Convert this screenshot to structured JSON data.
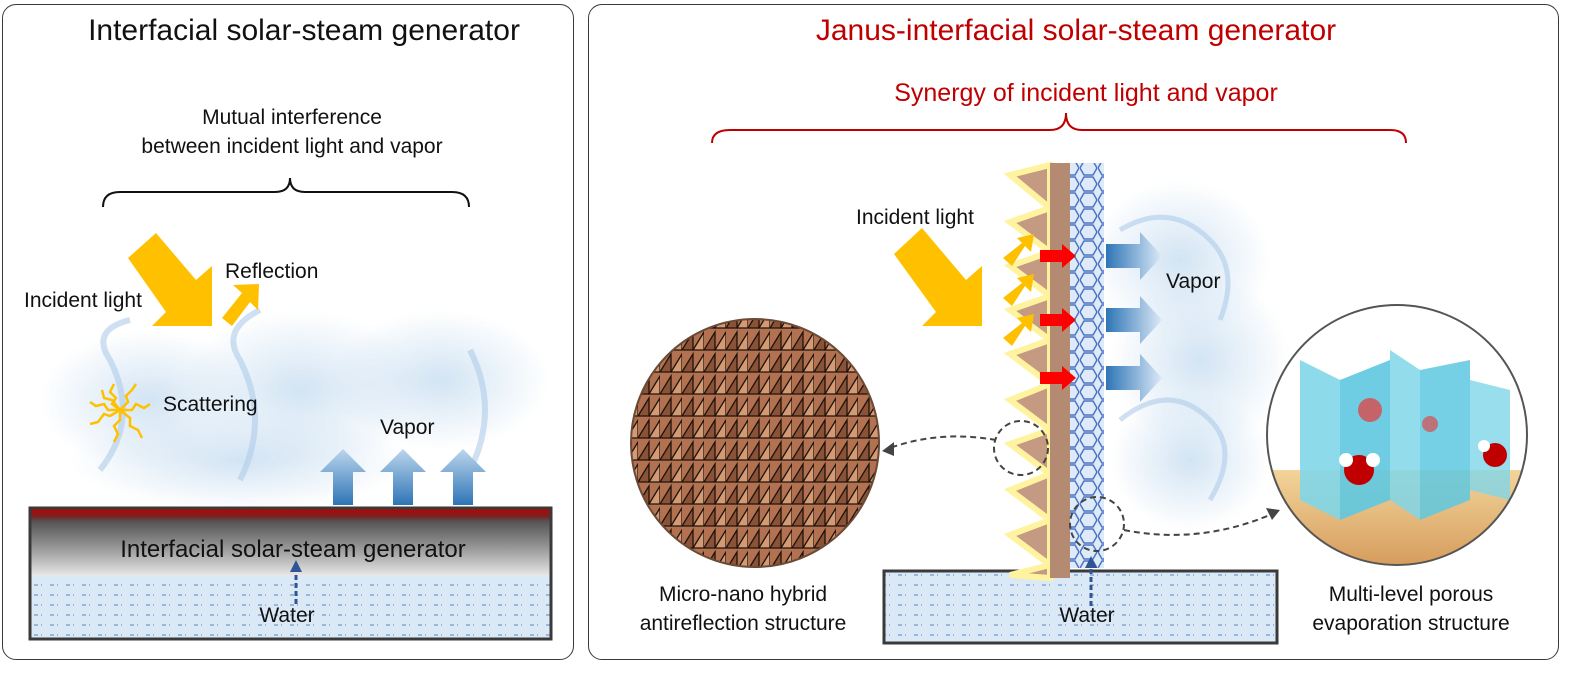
{
  "colors": {
    "accent_red": "#c00000",
    "light_arrow": "#ffc000",
    "vapor_blue": "#9cc3e6",
    "water_blue": "#dbe9f7",
    "generator_gray": "#5a5a5a",
    "absorber_brown": "#b07a5a",
    "porous_cyan": "#7fd6e8"
  },
  "left": {
    "title": "Interfacial solar-steam generator",
    "brace_label_line1": "Mutual interference",
    "brace_label_line2": "between incident light and vapor",
    "incident_light": "Incident light",
    "reflection": "Reflection",
    "scattering": "Scattering",
    "vapor": "Vapor",
    "generator_label": "Interfacial solar-steam generator",
    "water": "Water"
  },
  "right": {
    "title": "Janus-interfacial solar-steam generator",
    "brace_label": "Synergy of incident light and vapor",
    "incident_light": "Incident light",
    "vapor": "Vapor",
    "water": "Water",
    "micro_caption_line1": "Micro-nano hybrid",
    "micro_caption_line2": "antireflection structure",
    "porous_caption_line1": "Multi-level porous",
    "porous_caption_line2": "evaporation structure"
  },
  "icons": [
    "incident-light-arrow-icon",
    "reflection-arrow-icon",
    "scattering-burst-icon",
    "vapor-arrow-icon",
    "heat-arrow-icon",
    "water-flow-arrow-icon",
    "zoom-circle-icon"
  ]
}
